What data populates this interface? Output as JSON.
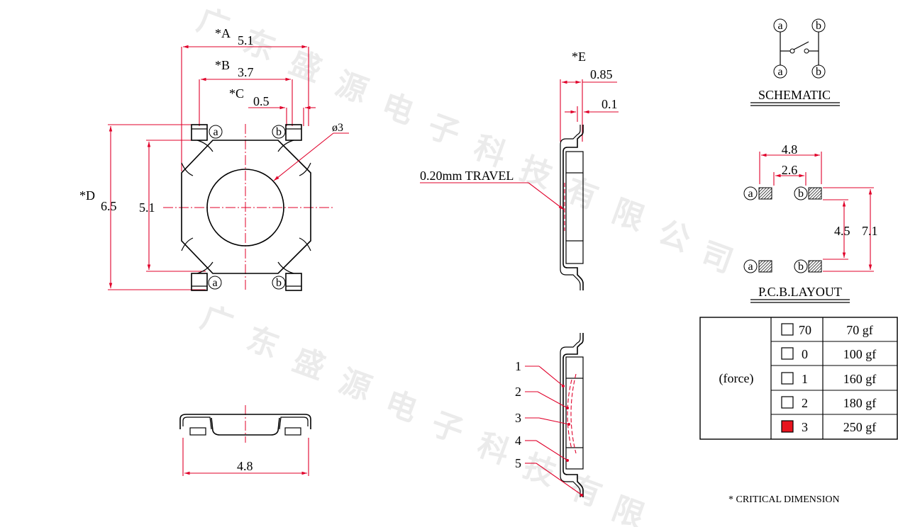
{
  "watermark": [
    "广",
    "东",
    "盛",
    "源",
    "电",
    "子",
    "科",
    "技",
    "有",
    "限",
    "公",
    "司"
  ],
  "top_view": {
    "dim_a_label": "*A",
    "dim_a": "5.1",
    "dim_b_label": "*B",
    "dim_b": "3.7",
    "dim_c_label": "*C",
    "dim_c": "0.5",
    "dim_d_label": "*D",
    "dim_d": "6.5",
    "inner_height": "5.1",
    "diameter": "ø3",
    "pin_a": "a",
    "pin_b": "b"
  },
  "bottom_view": {
    "width": "4.8"
  },
  "side_view": {
    "dim_e_label": "*E",
    "dim_e": "0.85",
    "thickness": "0.1",
    "travel": "0.20mm TRAVEL"
  },
  "parts_view": {
    "callouts": [
      "1",
      "2",
      "3",
      "4",
      "5"
    ]
  },
  "schematic": {
    "title": "SCHEMATIC",
    "pin_a": "a",
    "pin_b": "b"
  },
  "pcb": {
    "title": "P.C.B.LAYOUT",
    "w_outer": "4.8",
    "w_inner": "2.6",
    "h_inner": "4.5",
    "h_outer": "7.1",
    "pin_a": "a",
    "pin_b": "b"
  },
  "force_table": {
    "label": "(force)",
    "rows": [
      {
        "code": "70",
        "force": "70 gf",
        "selected": false
      },
      {
        "code": "0",
        "force": "100 gf",
        "selected": false
      },
      {
        "code": "1",
        "force": "160 gf",
        "selected": false
      },
      {
        "code": "2",
        "force": "180 gf",
        "selected": false
      },
      {
        "code": "3",
        "force": "250 gf",
        "selected": true
      }
    ],
    "selected_color": "#e8141e"
  },
  "note": "* CRITICAL  DIMENSION"
}
